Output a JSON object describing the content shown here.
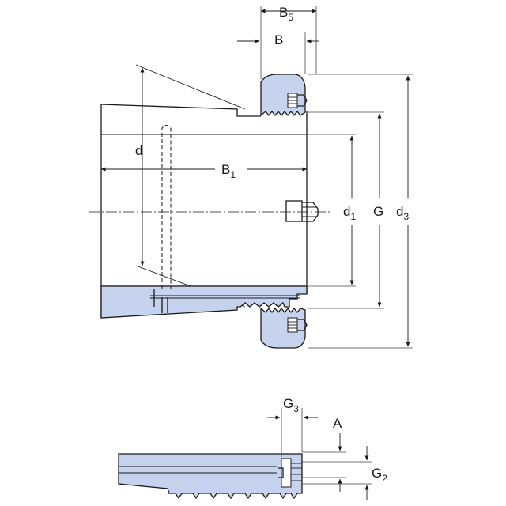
{
  "diagram": {
    "labels": {
      "B5": {
        "main": "B",
        "sub": "5"
      },
      "B": {
        "main": "B",
        "sub": ""
      },
      "d": {
        "main": "d",
        "sub": ""
      },
      "B1": {
        "main": "B",
        "sub": "1"
      },
      "d1": {
        "main": "d",
        "sub": "1"
      },
      "G": {
        "main": "G",
        "sub": ""
      },
      "d3": {
        "main": "d",
        "sub": "3"
      },
      "G3": {
        "main": "G",
        "sub": "3"
      },
      "A": {
        "main": "A",
        "sub": ""
      },
      "G2": {
        "main": "G",
        "sub": "2"
      }
    },
    "colors": {
      "section_fill": "#c5d3ee",
      "outline": "#1a1a1a",
      "background": "#ffffff"
    }
  }
}
